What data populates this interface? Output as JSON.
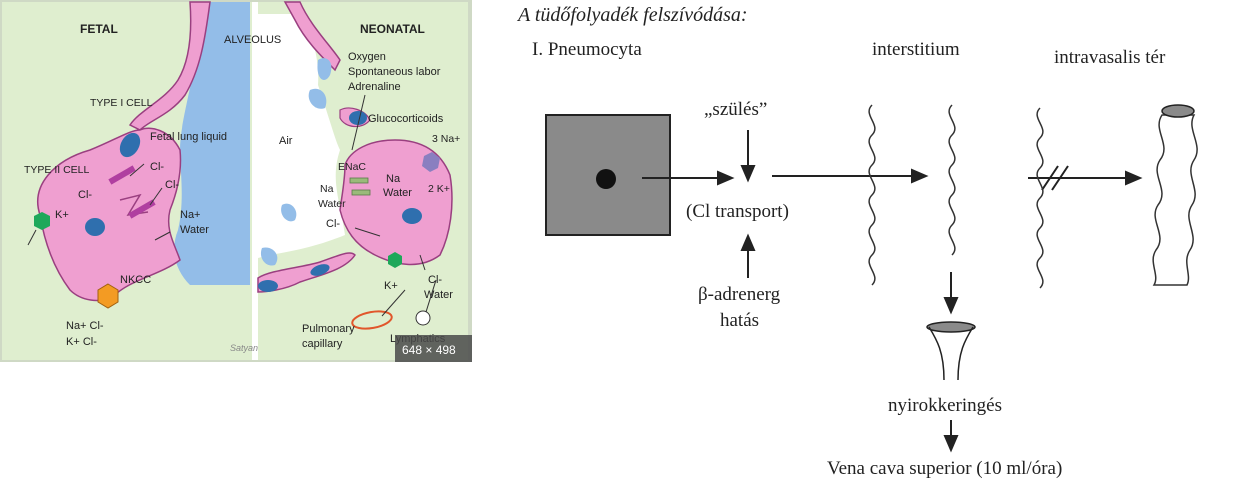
{
  "left_figure": {
    "fetal_label": "FETAL",
    "neonatal_label": "NEONATAL",
    "alveolus_label": "ALVEOLUS",
    "type1_label": "TYPE I CELL",
    "type2_label": "TYPE II CELL",
    "fetal_fluid_label": "Fetal lung liquid",
    "air_label": "Air",
    "stimuli": [
      "Oxygen",
      "Spontaneous labor",
      "Adrenaline"
    ],
    "glucocorticoids_label": "Glucocorticoids",
    "enac_label": "ENaC",
    "na_water_in": [
      "Na",
      "Water"
    ],
    "na_water_out": [
      "Na",
      "Water"
    ],
    "cl_labels": [
      "Cl-",
      "Cl-",
      "Cl-"
    ],
    "cl_neonatal": "Cl-",
    "k_fetal": "K+",
    "na_water_fetal": [
      "Na+",
      "Water"
    ],
    "nkcc_label": "NKCC",
    "nkcc_ions": [
      "Na+ Cl-",
      "K+ Cl-"
    ],
    "pump_na": "3 Na+",
    "pump_k": "2 K+",
    "k_neonatal": "K+",
    "cl_water_lymph": [
      "Cl-",
      "Water"
    ],
    "pulmonary_capillary": [
      "Pulmonary",
      "capillary"
    ],
    "lymphatics_label": "Lymphatics",
    "signature": "Satyan",
    "size_badge": "648 × 498",
    "colors": {
      "cell": "#ef9fd0",
      "cell_stroke": "#9a3f80",
      "fluid": "#93bde8",
      "bg": "#dfeecf",
      "nucleus": "#2f6fae",
      "pump_green": "#1ea85a",
      "nkcc_orange": "#f39b23",
      "capillary": "#e1562b"
    }
  },
  "right_figure": {
    "title": "A tüdőfolyadék felszívódása:",
    "col_pneumocyta": "I. Pneumocyta",
    "col_interstitium": "interstitium",
    "col_intravasalis": "intravasalis tér",
    "szules": "„szülés”",
    "cl_transport": "(Cl transport)",
    "beta1": "β-adrenerg",
    "beta2": "hatás",
    "nyirok": "nyirokkeringés",
    "vena": "Vena cava superior (10 ml/óra)"
  }
}
